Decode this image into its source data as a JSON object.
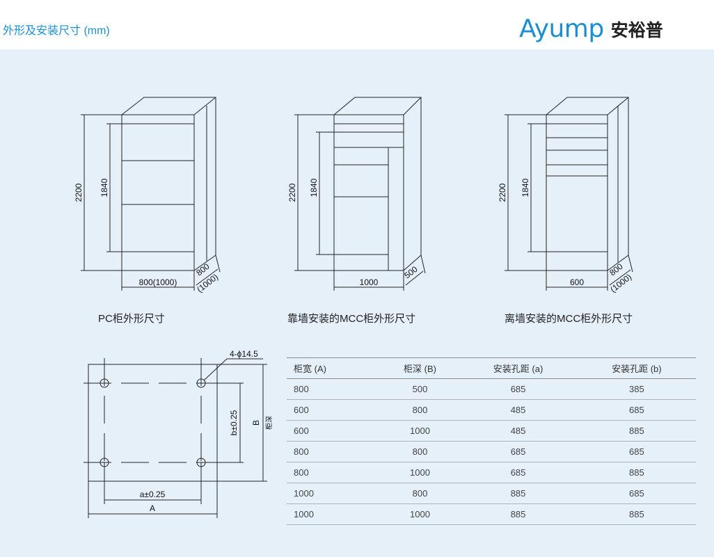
{
  "header": {
    "title": "外形及安装尺寸 (mm)",
    "brand_en": "Ayump",
    "brand_cn": "安裕普"
  },
  "colors": {
    "accent": "#1b8fd2",
    "panel_bg": "#e5f0f8"
  },
  "cabinets": [
    {
      "height": "2200",
      "inner_height": "1840",
      "width": "800(1000)",
      "depth_a": "800",
      "depth_b": "(1000)",
      "caption": "PC柜外形尺寸"
    },
    {
      "height": "2200",
      "inner_height": "1840",
      "width": "1000",
      "depth_a": "500",
      "depth_b": "",
      "caption": "靠墙安装的MCC柜外形尺寸"
    },
    {
      "height": "2200",
      "inner_height": "1840",
      "width": "600",
      "depth_a": "800",
      "depth_b": "(1000)",
      "caption": "离墙安装的MCC柜外形尺寸"
    }
  ],
  "mounting": {
    "holes": "4-ϕ14.5",
    "b_dim": "b±0.25",
    "B_dim": "B",
    "B_note": "柜深",
    "a_dim": "a±0.25",
    "A_dim": "A"
  },
  "table": {
    "headers": [
      "柜宽 (A)",
      "柜深 (B)",
      "安装孔距 (a)",
      "安装孔距 (b)"
    ],
    "rows": [
      [
        "800",
        "500",
        "685",
        "385"
      ],
      [
        "600",
        "800",
        "485",
        "685"
      ],
      [
        "600",
        "1000",
        "485",
        "885"
      ],
      [
        "800",
        "800",
        "685",
        "685"
      ],
      [
        "800",
        "1000",
        "685",
        "885"
      ],
      [
        "1000",
        "800",
        "885",
        "685"
      ],
      [
        "1000",
        "1000",
        "885",
        "885"
      ]
    ]
  }
}
